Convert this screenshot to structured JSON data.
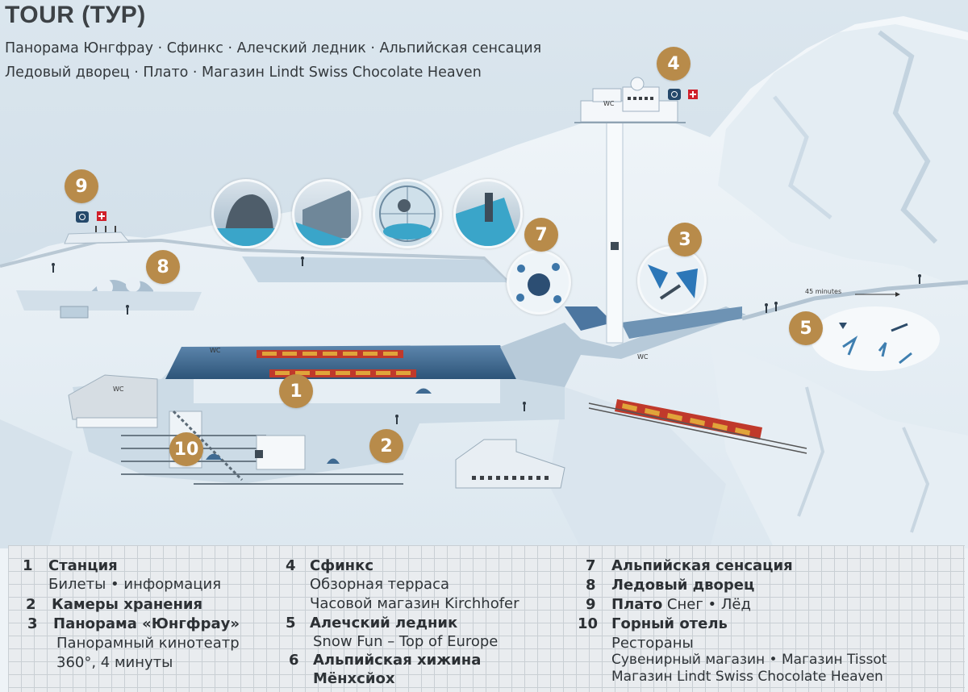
{
  "header": {
    "title": "TOUR (ТУР)",
    "subtitle_line1": "Панорама Юнгфрау · Сфинкс · Алечский ледник · Альпийская сенсация",
    "subtitle_line2": "Ледовый дворец · Плато · Магазин Lindt Swiss Chocolate Heaven"
  },
  "map": {
    "markers": [
      "1",
      "2",
      "3",
      "4",
      "5",
      "7",
      "8",
      "9",
      "10"
    ],
    "trail_label": "45 minutes",
    "wc_label": "WC",
    "colors": {
      "marker": "#b88b4a",
      "sky": "#d7e3ec",
      "tunnel": "#3f6a92",
      "train_body": "#c0392b",
      "train_window": "#e0a43a",
      "camera": "#25496b",
      "swiss_flag": "#d0202a"
    },
    "icons": [
      "camera-icon",
      "swiss-flag-icon",
      "wc-icon",
      "elevator-icon",
      "train-icon",
      "hiker-icon",
      "skier-icon"
    ]
  },
  "legend": {
    "col1": [
      {
        "num": "1",
        "title": "Станция",
        "lines": [
          "Билеты • информация"
        ]
      },
      {
        "num": "2",
        "title": "Камеры хранения",
        "lines": []
      },
      {
        "num": "3",
        "title": "Панорама «Юнгфрау»",
        "lines": [
          "Панорамный кинотеатр",
          "360°, 4 минуты"
        ]
      }
    ],
    "col2": [
      {
        "num": "4",
        "title": "Сфинкс",
        "lines": [
          "Обзорная терраса",
          "Часовой магазин Kirchhofer"
        ]
      },
      {
        "num": "5",
        "title": "Алечский ледник",
        "lines": [
          "Snow Fun – Top of Europe"
        ]
      },
      {
        "num": "6",
        "title": "Альпийская хижина",
        "lines": [
          "Мёнхсйох"
        ]
      }
    ],
    "col3": [
      {
        "num": "7",
        "title": "Альпийская сенсация",
        "lines": []
      },
      {
        "num": "8",
        "title": "Ледовый дворец",
        "lines": []
      },
      {
        "num": "9",
        "title": "Плато",
        "rest": " Снег • Лёд",
        "lines": []
      },
      {
        "num": "10",
        "title": "Горный отель",
        "lines": [
          "Рестораны",
          "Сувенирный магазин • Магазин Tissot",
          "Магазин Lindt Swiss Chocolate Heaven"
        ]
      }
    ]
  }
}
